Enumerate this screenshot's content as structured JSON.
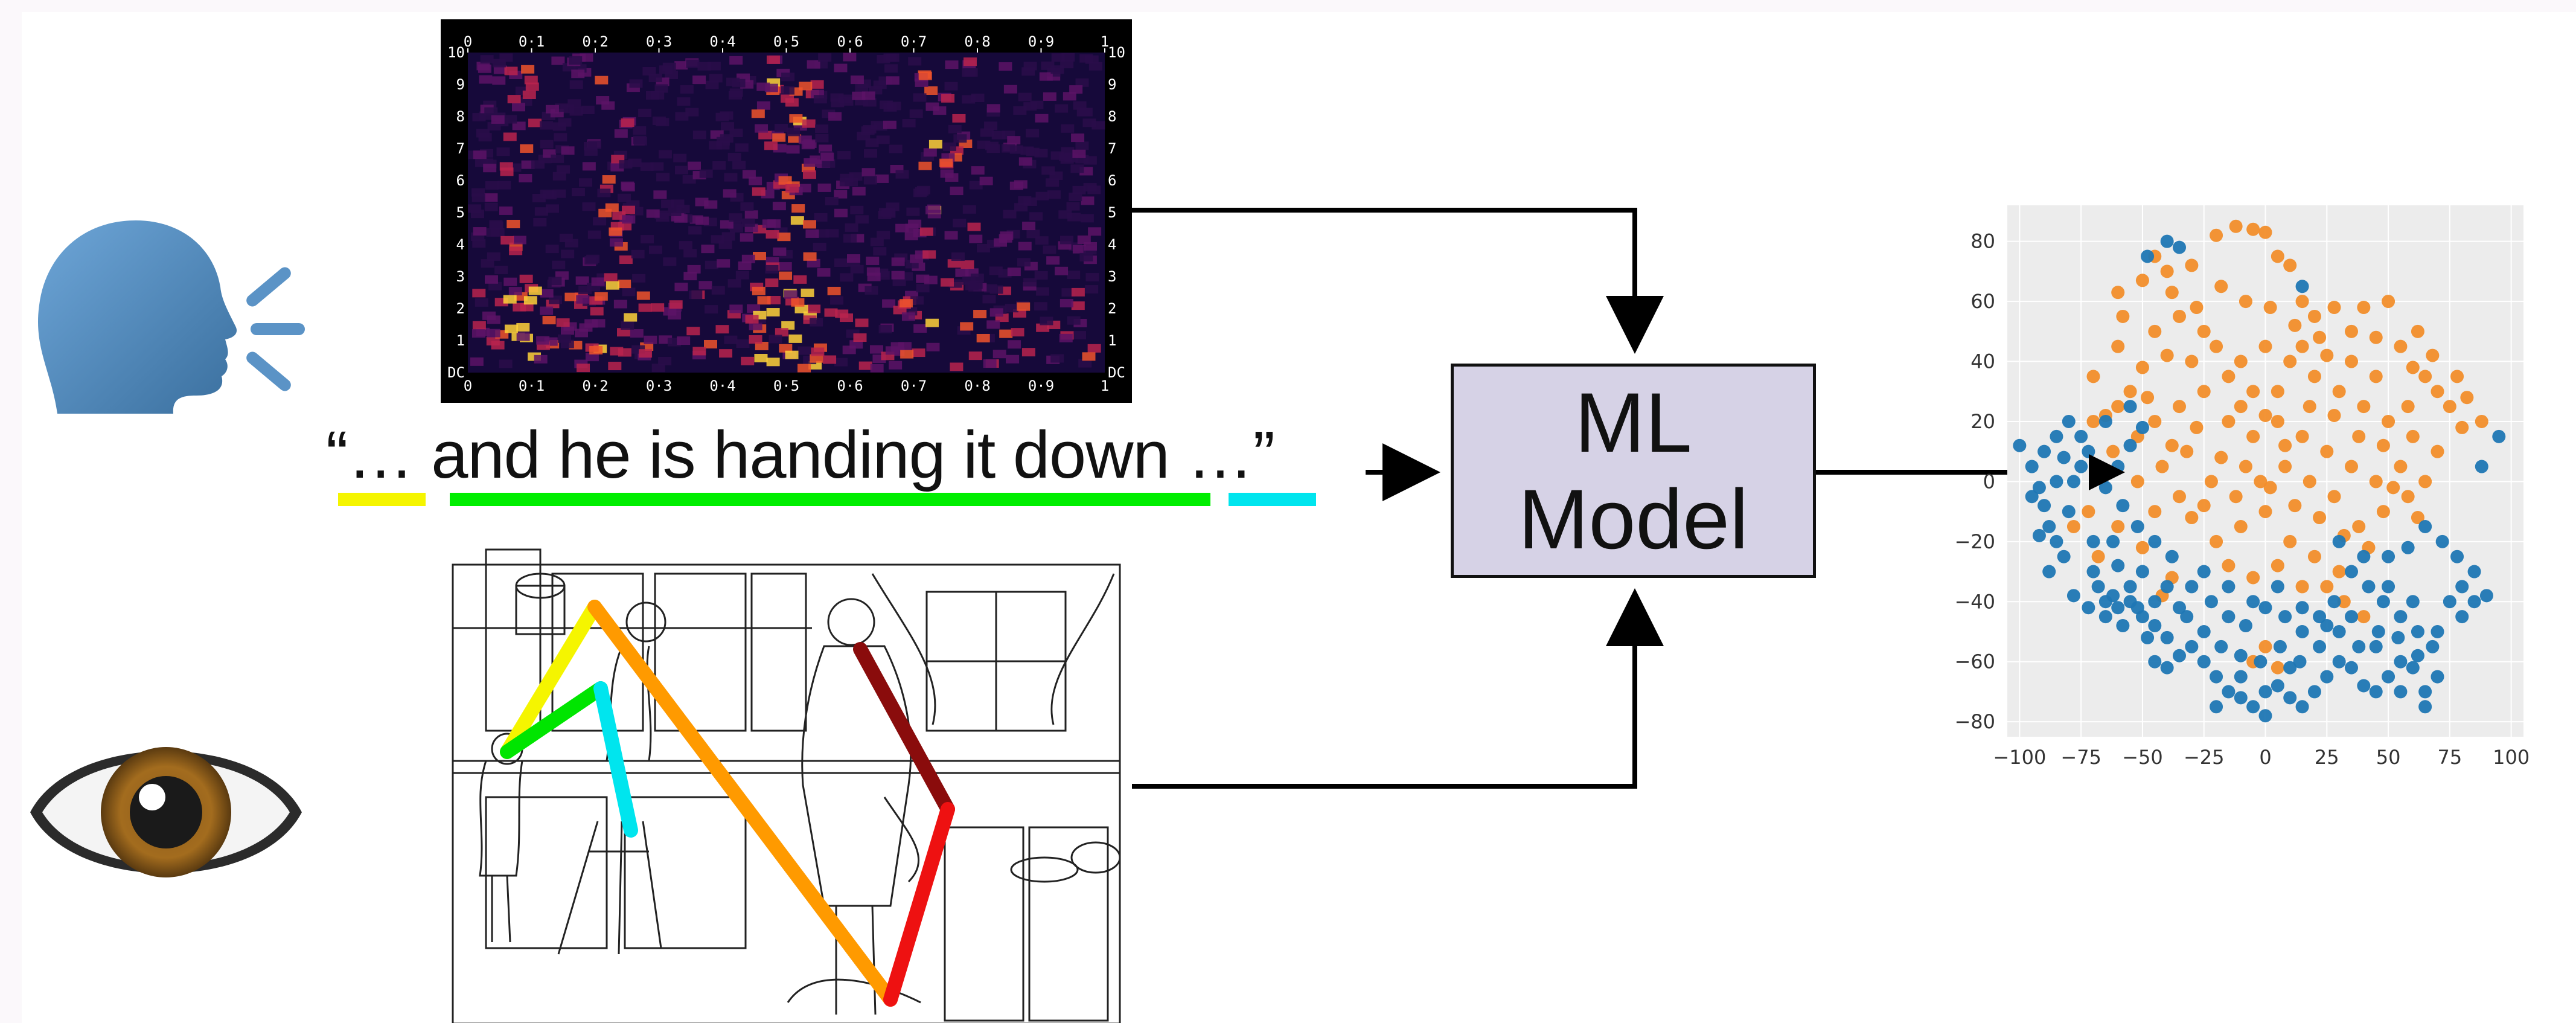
{
  "quote": {
    "text": "“… and he is handing it down …”"
  },
  "model": {
    "line1": "ML",
    "line2": "Model"
  },
  "spectrogram": {
    "top_ticks": [
      "0",
      "0·1",
      "0·2",
      "0·3",
      "0·4",
      "0·5",
      "0·6",
      "0·7",
      "0·8",
      "0·9",
      "1"
    ],
    "bottom_ticks": [
      "0",
      "0·1",
      "0·2",
      "0·3",
      "0·4",
      "0·5",
      "0·6",
      "0·7",
      "0·8",
      "0·9",
      "1"
    ],
    "left_ticks": [
      "10",
      "9",
      "8",
      "7",
      "6",
      "5",
      "4",
      "3",
      "2",
      "1",
      "DC"
    ],
    "right_ticks": [
      "10",
      "9",
      "8",
      "7",
      "6",
      "5",
      "4",
      "3",
      "2",
      "1",
      "DC"
    ]
  },
  "icons": {
    "speaker": "speaking-head-icon",
    "eye": "eye-icon"
  },
  "underline_colors": [
    "#f5f500",
    "#00ee00",
    "#00e5ee"
  ],
  "chart_data": {
    "type": "scatter",
    "xlim": [
      -105,
      105
    ],
    "ylim": [
      -85,
      92
    ],
    "x_ticks": [
      -100,
      -75,
      -50,
      -25,
      0,
      25,
      50,
      75,
      100
    ],
    "y_ticks": [
      80,
      60,
      40,
      20,
      0,
      -20,
      -40,
      -60,
      -80
    ],
    "x_tick_labels": [
      "−100",
      "−75",
      "−50",
      "−25",
      "0",
      "25",
      "50",
      "75",
      "100"
    ],
    "y_tick_labels": [
      "80",
      "60",
      "40",
      "20",
      "0",
      "−20",
      "−40",
      "−60",
      "−80"
    ],
    "grid": true,
    "series": [
      {
        "color": "#f28e2b",
        "points": [
          [
            -60,
            63
          ],
          [
            -58,
            55
          ],
          [
            -50,
            67
          ],
          [
            -45,
            75
          ],
          [
            -40,
            70
          ],
          [
            -28,
            58
          ],
          [
            -20,
            82
          ],
          [
            -12,
            85
          ],
          [
            -5,
            84
          ],
          [
            0,
            83
          ],
          [
            5,
            75
          ],
          [
            10,
            72
          ],
          [
            15,
            60
          ],
          [
            20,
            55
          ],
          [
            28,
            58
          ],
          [
            35,
            50
          ],
          [
            45,
            48
          ],
          [
            55,
            45
          ],
          [
            62,
            50
          ],
          [
            65,
            35
          ],
          [
            70,
            30
          ],
          [
            75,
            25
          ],
          [
            80,
            18
          ],
          [
            88,
            20
          ],
          [
            60,
            15
          ],
          [
            50,
            20
          ],
          [
            40,
            25
          ],
          [
            30,
            30
          ],
          [
            20,
            35
          ],
          [
            10,
            40
          ],
          [
            0,
            45
          ],
          [
            -10,
            40
          ],
          [
            -20,
            45
          ],
          [
            -30,
            40
          ],
          [
            -40,
            42
          ],
          [
            -50,
            38
          ],
          [
            -55,
            30
          ],
          [
            -60,
            25
          ],
          [
            -65,
            22
          ],
          [
            -70,
            20
          ],
          [
            -62,
            10
          ],
          [
            -52,
            15
          ],
          [
            -45,
            20
          ],
          [
            -35,
            25
          ],
          [
            -25,
            30
          ],
          [
            -15,
            20
          ],
          [
            -5,
            15
          ],
          [
            5,
            20
          ],
          [
            15,
            15
          ],
          [
            25,
            10
          ],
          [
            35,
            5
          ],
          [
            45,
            0
          ],
          [
            55,
            5
          ],
          [
            65,
            0
          ],
          [
            70,
            10
          ],
          [
            58,
            -5
          ],
          [
            48,
            -10
          ],
          [
            38,
            -15
          ],
          [
            28,
            -5
          ],
          [
            18,
            0
          ],
          [
            8,
            5
          ],
          [
            -2,
            0
          ],
          [
            -12,
            -5
          ],
          [
            -22,
            0
          ],
          [
            -32,
            10
          ],
          [
            -42,
            5
          ],
          [
            -52,
            0
          ],
          [
            -72,
            -10
          ],
          [
            -78,
            -15
          ],
          [
            -68,
            -25
          ],
          [
            -30,
            -12
          ],
          [
            -20,
            -20
          ],
          [
            -10,
            -15
          ],
          [
            0,
            -10
          ],
          [
            10,
            -20
          ],
          [
            20,
            -25
          ],
          [
            30,
            -30
          ],
          [
            0,
            -55
          ],
          [
            -5,
            -60
          ],
          [
            5,
            -62
          ],
          [
            25,
            -35
          ],
          [
            32,
            -40
          ],
          [
            40,
            -45
          ],
          [
            -38,
            -32
          ],
          [
            -42,
            -38
          ],
          [
            15,
            45
          ],
          [
            25,
            42
          ],
          [
            35,
            40
          ],
          [
            45,
            35
          ],
          [
            5,
            30
          ],
          [
            -5,
            30
          ],
          [
            -15,
            35
          ],
          [
            -25,
            50
          ],
          [
            -35,
            55
          ],
          [
            -45,
            50
          ],
          [
            -38,
            63
          ],
          [
            -30,
            72
          ],
          [
            -18,
            65
          ],
          [
            -8,
            60
          ],
          [
            2,
            58
          ],
          [
            12,
            52
          ],
          [
            22,
            48
          ],
          [
            50,
            60
          ],
          [
            40,
            58
          ],
          [
            60,
            38
          ],
          [
            68,
            42
          ],
          [
            78,
            35
          ],
          [
            82,
            28
          ],
          [
            -60,
            45
          ],
          [
            -70,
            35
          ],
          [
            -48,
            28
          ],
          [
            -10,
            25
          ],
          [
            0,
            22
          ],
          [
            8,
            12
          ],
          [
            18,
            25
          ],
          [
            28,
            22
          ],
          [
            38,
            15
          ],
          [
            48,
            12
          ],
          [
            58,
            25
          ],
          [
            -28,
            18
          ],
          [
            -38,
            12
          ],
          [
            -18,
            8
          ],
          [
            -8,
            5
          ],
          [
            2,
            -2
          ],
          [
            12,
            -8
          ],
          [
            22,
            -12
          ],
          [
            32,
            -18
          ],
          [
            42,
            -22
          ],
          [
            52,
            -2
          ],
          [
            62,
            -12
          ],
          [
            -50,
            -22
          ],
          [
            -60,
            -15
          ],
          [
            -45,
            -10
          ],
          [
            -35,
            -5
          ],
          [
            -25,
            -8
          ],
          [
            -15,
            -28
          ],
          [
            -5,
            -32
          ],
          [
            5,
            -28
          ],
          [
            15,
            -35
          ]
        ]
      },
      {
        "color": "#1f77b4",
        "points": [
          [
            -100,
            12
          ],
          [
            -95,
            5
          ],
          [
            -92,
            -2
          ],
          [
            -90,
            -8
          ],
          [
            -88,
            -15
          ],
          [
            -85,
            -20
          ],
          [
            -82,
            -25
          ],
          [
            -80,
            -10
          ],
          [
            -78,
            0
          ],
          [
            -75,
            5
          ],
          [
            -72,
            10
          ],
          [
            -70,
            -30
          ],
          [
            -68,
            -35
          ],
          [
            -65,
            -40
          ],
          [
            -62,
            -38
          ],
          [
            -60,
            -42
          ],
          [
            -55,
            -40
          ],
          [
            -50,
            -45
          ],
          [
            -45,
            -48
          ],
          [
            -40,
            -52
          ],
          [
            -45,
            -60
          ],
          [
            -40,
            -62
          ],
          [
            -35,
            -58
          ],
          [
            -30,
            -55
          ],
          [
            -25,
            -60
          ],
          [
            -20,
            -65
          ],
          [
            -15,
            -70
          ],
          [
            -10,
            -72
          ],
          [
            -5,
            -75
          ],
          [
            0,
            -70
          ],
          [
            5,
            -68
          ],
          [
            10,
            -72
          ],
          [
            15,
            -75
          ],
          [
            20,
            -70
          ],
          [
            25,
            -65
          ],
          [
            30,
            -60
          ],
          [
            35,
            -62
          ],
          [
            40,
            -68
          ],
          [
            45,
            -70
          ],
          [
            50,
            -65
          ],
          [
            55,
            -60
          ],
          [
            60,
            -62
          ],
          [
            65,
            -70
          ],
          [
            70,
            -65
          ],
          [
            68,
            -55
          ],
          [
            62,
            -50
          ],
          [
            55,
            -45
          ],
          [
            48,
            -40
          ],
          [
            42,
            -35
          ],
          [
            35,
            -30
          ],
          [
            28,
            -40
          ],
          [
            22,
            -45
          ],
          [
            15,
            -50
          ],
          [
            8,
            -45
          ],
          [
            0,
            -42
          ],
          [
            -8,
            -48
          ],
          [
            -15,
            -45
          ],
          [
            -22,
            -40
          ],
          [
            -30,
            -35
          ],
          [
            -38,
            -25
          ],
          [
            -45,
            -20
          ],
          [
            -52,
            -15
          ],
          [
            -58,
            -8
          ],
          [
            -65,
            -2
          ],
          [
            -60,
            5
          ],
          [
            -55,
            12
          ],
          [
            -50,
            18
          ],
          [
            -55,
            25
          ],
          [
            -65,
            20
          ],
          [
            -75,
            15
          ],
          [
            -80,
            20
          ],
          [
            -85,
            15
          ],
          [
            -90,
            10
          ],
          [
            -88,
            -30
          ],
          [
            -92,
            -18
          ],
          [
            -78,
            -38
          ],
          [
            -72,
            -42
          ],
          [
            -60,
            -28
          ],
          [
            -50,
            -30
          ],
          [
            -40,
            -35
          ],
          [
            -32,
            -45
          ],
          [
            -25,
            -50
          ],
          [
            -18,
            -55
          ],
          [
            -10,
            -58
          ],
          [
            -2,
            -60
          ],
          [
            6,
            -55
          ],
          [
            14,
            -60
          ],
          [
            22,
            -55
          ],
          [
            30,
            -50
          ],
          [
            38,
            -55
          ],
          [
            46,
            -50
          ],
          [
            54,
            -52
          ],
          [
            62,
            -58
          ],
          [
            70,
            -50
          ],
          [
            75,
            -40
          ],
          [
            80,
            -35
          ],
          [
            85,
            -30
          ],
          [
            78,
            -25
          ],
          [
            72,
            -20
          ],
          [
            65,
            -15
          ],
          [
            58,
            -22
          ],
          [
            50,
            -25
          ],
          [
            85,
            -40
          ],
          [
            90,
            -38
          ],
          [
            80,
            -45
          ],
          [
            60,
            -40
          ],
          [
            50,
            -35
          ],
          [
            40,
            -25
          ],
          [
            30,
            -20
          ],
          [
            -40,
            80
          ],
          [
            -35,
            78
          ],
          [
            -48,
            75
          ],
          [
            15,
            65
          ],
          [
            -85,
            0
          ],
          [
            -82,
            8
          ],
          [
            -95,
            -5
          ],
          [
            -70,
            -20
          ],
          [
            -62,
            -20
          ],
          [
            -55,
            -35
          ],
          [
            -45,
            -40
          ],
          [
            -35,
            -42
          ],
          [
            -25,
            -30
          ],
          [
            -15,
            -35
          ],
          [
            -5,
            -40
          ],
          [
            5,
            -35
          ],
          [
            15,
            -42
          ],
          [
            25,
            -48
          ],
          [
            35,
            -45
          ],
          [
            45,
            -55
          ],
          [
            55,
            -70
          ],
          [
            65,
            -75
          ],
          [
            -20,
            -75
          ],
          [
            -10,
            -65
          ],
          [
            0,
            -78
          ],
          [
            10,
            -62
          ],
          [
            95,
            15
          ],
          [
            88,
            5
          ],
          [
            -65,
            -45
          ],
          [
            -58,
            -48
          ],
          [
            -52,
            -42
          ],
          [
            -48,
            -52
          ]
        ]
      }
    ]
  }
}
